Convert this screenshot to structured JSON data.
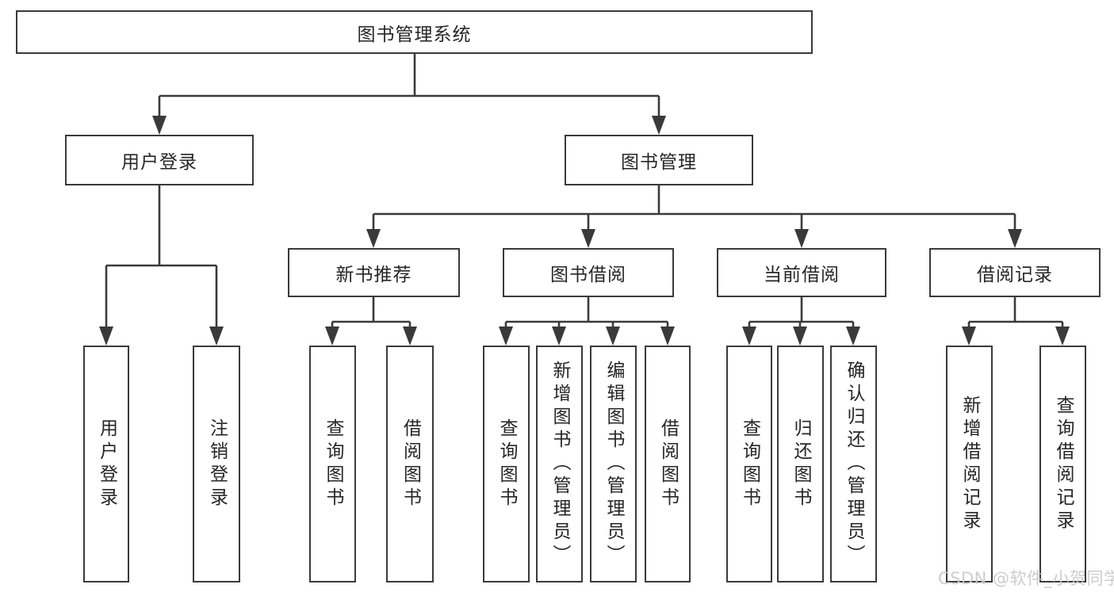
{
  "tree": {
    "label": "图书管理系统",
    "children": [
      {
        "label": "用户登录",
        "children": [
          {
            "label": "用户登录"
          },
          {
            "label": "注销登录"
          }
        ]
      },
      {
        "label": "图书管理",
        "children": [
          {
            "label": "新书推荐",
            "children": [
              {
                "label": "查询图书"
              },
              {
                "label": "借阅图书"
              }
            ]
          },
          {
            "label": "图书借阅",
            "children": [
              {
                "label": "查询图书"
              },
              {
                "label": "新增图书（管理员）"
              },
              {
                "label": "编辑图书（管理员）"
              },
              {
                "label": "借阅图书"
              }
            ]
          },
          {
            "label": "当前借阅",
            "children": [
              {
                "label": "查询图书"
              },
              {
                "label": "归还图书"
              },
              {
                "label": "确认归还（管理员）"
              }
            ]
          },
          {
            "label": "借阅记录",
            "children": [
              {
                "label": "新增借阅记录"
              },
              {
                "label": "查询借阅记录"
              }
            ]
          }
        ]
      }
    ]
  },
  "watermark": {
    "text": "CSDN @软件_小贺同学"
  },
  "colors": {
    "line": "#3a3a3a",
    "border": "#3a3a3a",
    "text": "#262626",
    "watermark": "#c9c9c9"
  }
}
